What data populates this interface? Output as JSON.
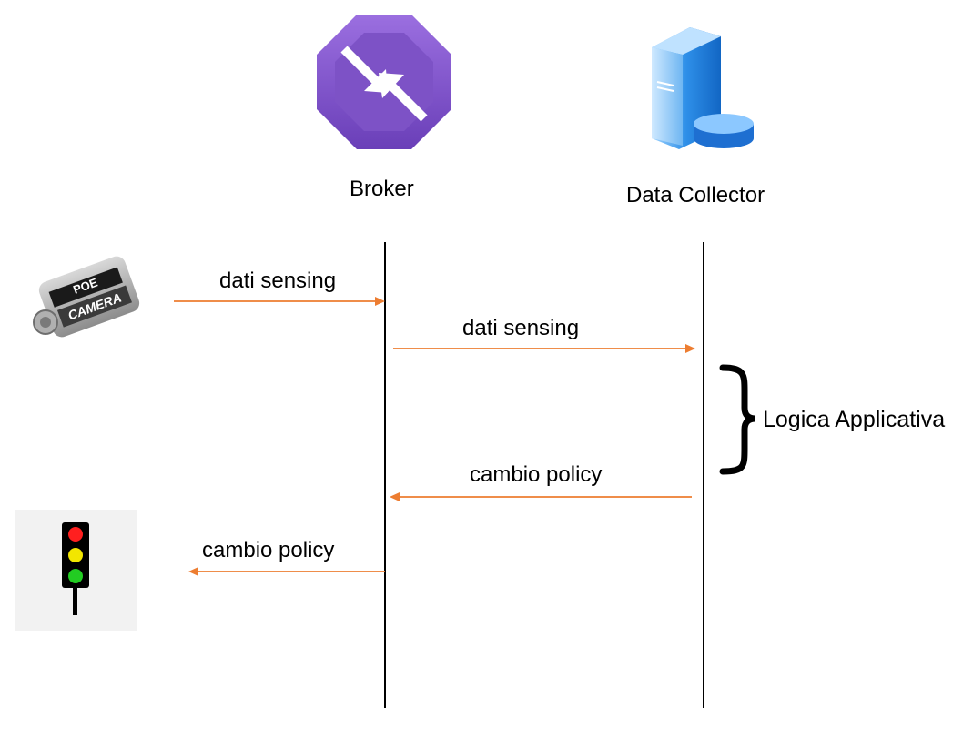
{
  "actors": {
    "broker": {
      "label": "Broker",
      "icon": "broker-octagon-icon",
      "color": "#7b4fc4"
    },
    "collector": {
      "label": "Data Collector",
      "icon": "server-database-icon",
      "color": "#1e88e5"
    },
    "camera": {
      "icon": "poe-camera-icon",
      "text_top": "POE",
      "text_bottom": "CAMERA"
    },
    "traffic_light": {
      "icon": "traffic-light-icon"
    }
  },
  "messages": [
    {
      "label": "dati sensing",
      "from": "camera",
      "to": "broker"
    },
    {
      "label": "dati sensing",
      "from": "broker",
      "to": "collector"
    },
    {
      "label": "cambio policy",
      "from": "collector",
      "to": "broker"
    },
    {
      "label": "cambio policy",
      "from": "broker",
      "to": "traffic_light"
    }
  ],
  "annotation": {
    "label": "Logica Applicativa"
  },
  "colors": {
    "arrow": "#ed7d31",
    "lifeline": "#000000"
  }
}
